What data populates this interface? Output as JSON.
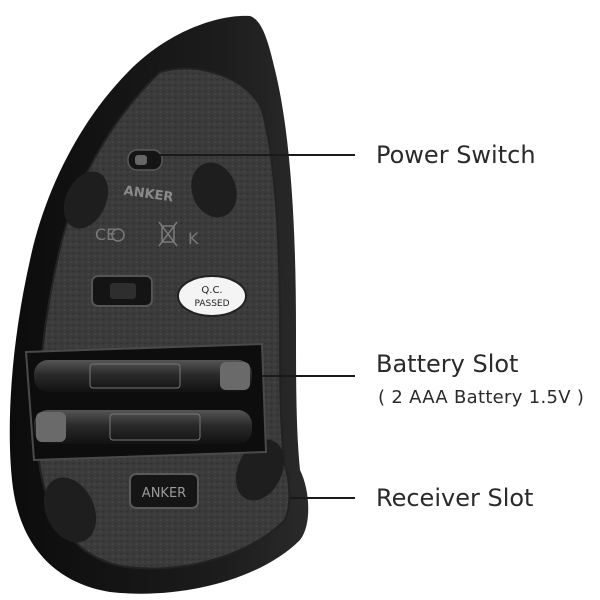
{
  "callouts": {
    "power_switch": "Power Switch",
    "battery_slot": "Battery Slot",
    "battery_spec": "( 2 AAA Battery 1.5V )",
    "receiver_slot": "Receiver Slot"
  },
  "mouse_markings": {
    "brand_top": "ANKER",
    "qc_line1": "Q.C.",
    "qc_line2": "PASSED",
    "brand_bottom": "ANKER"
  },
  "colors": {
    "background": "#ffffff",
    "mouse_body": "#161616",
    "mouse_underside": "#3a3a3a",
    "label_text": "#2a2a2a",
    "leader_line": "#1a1a1a"
  }
}
